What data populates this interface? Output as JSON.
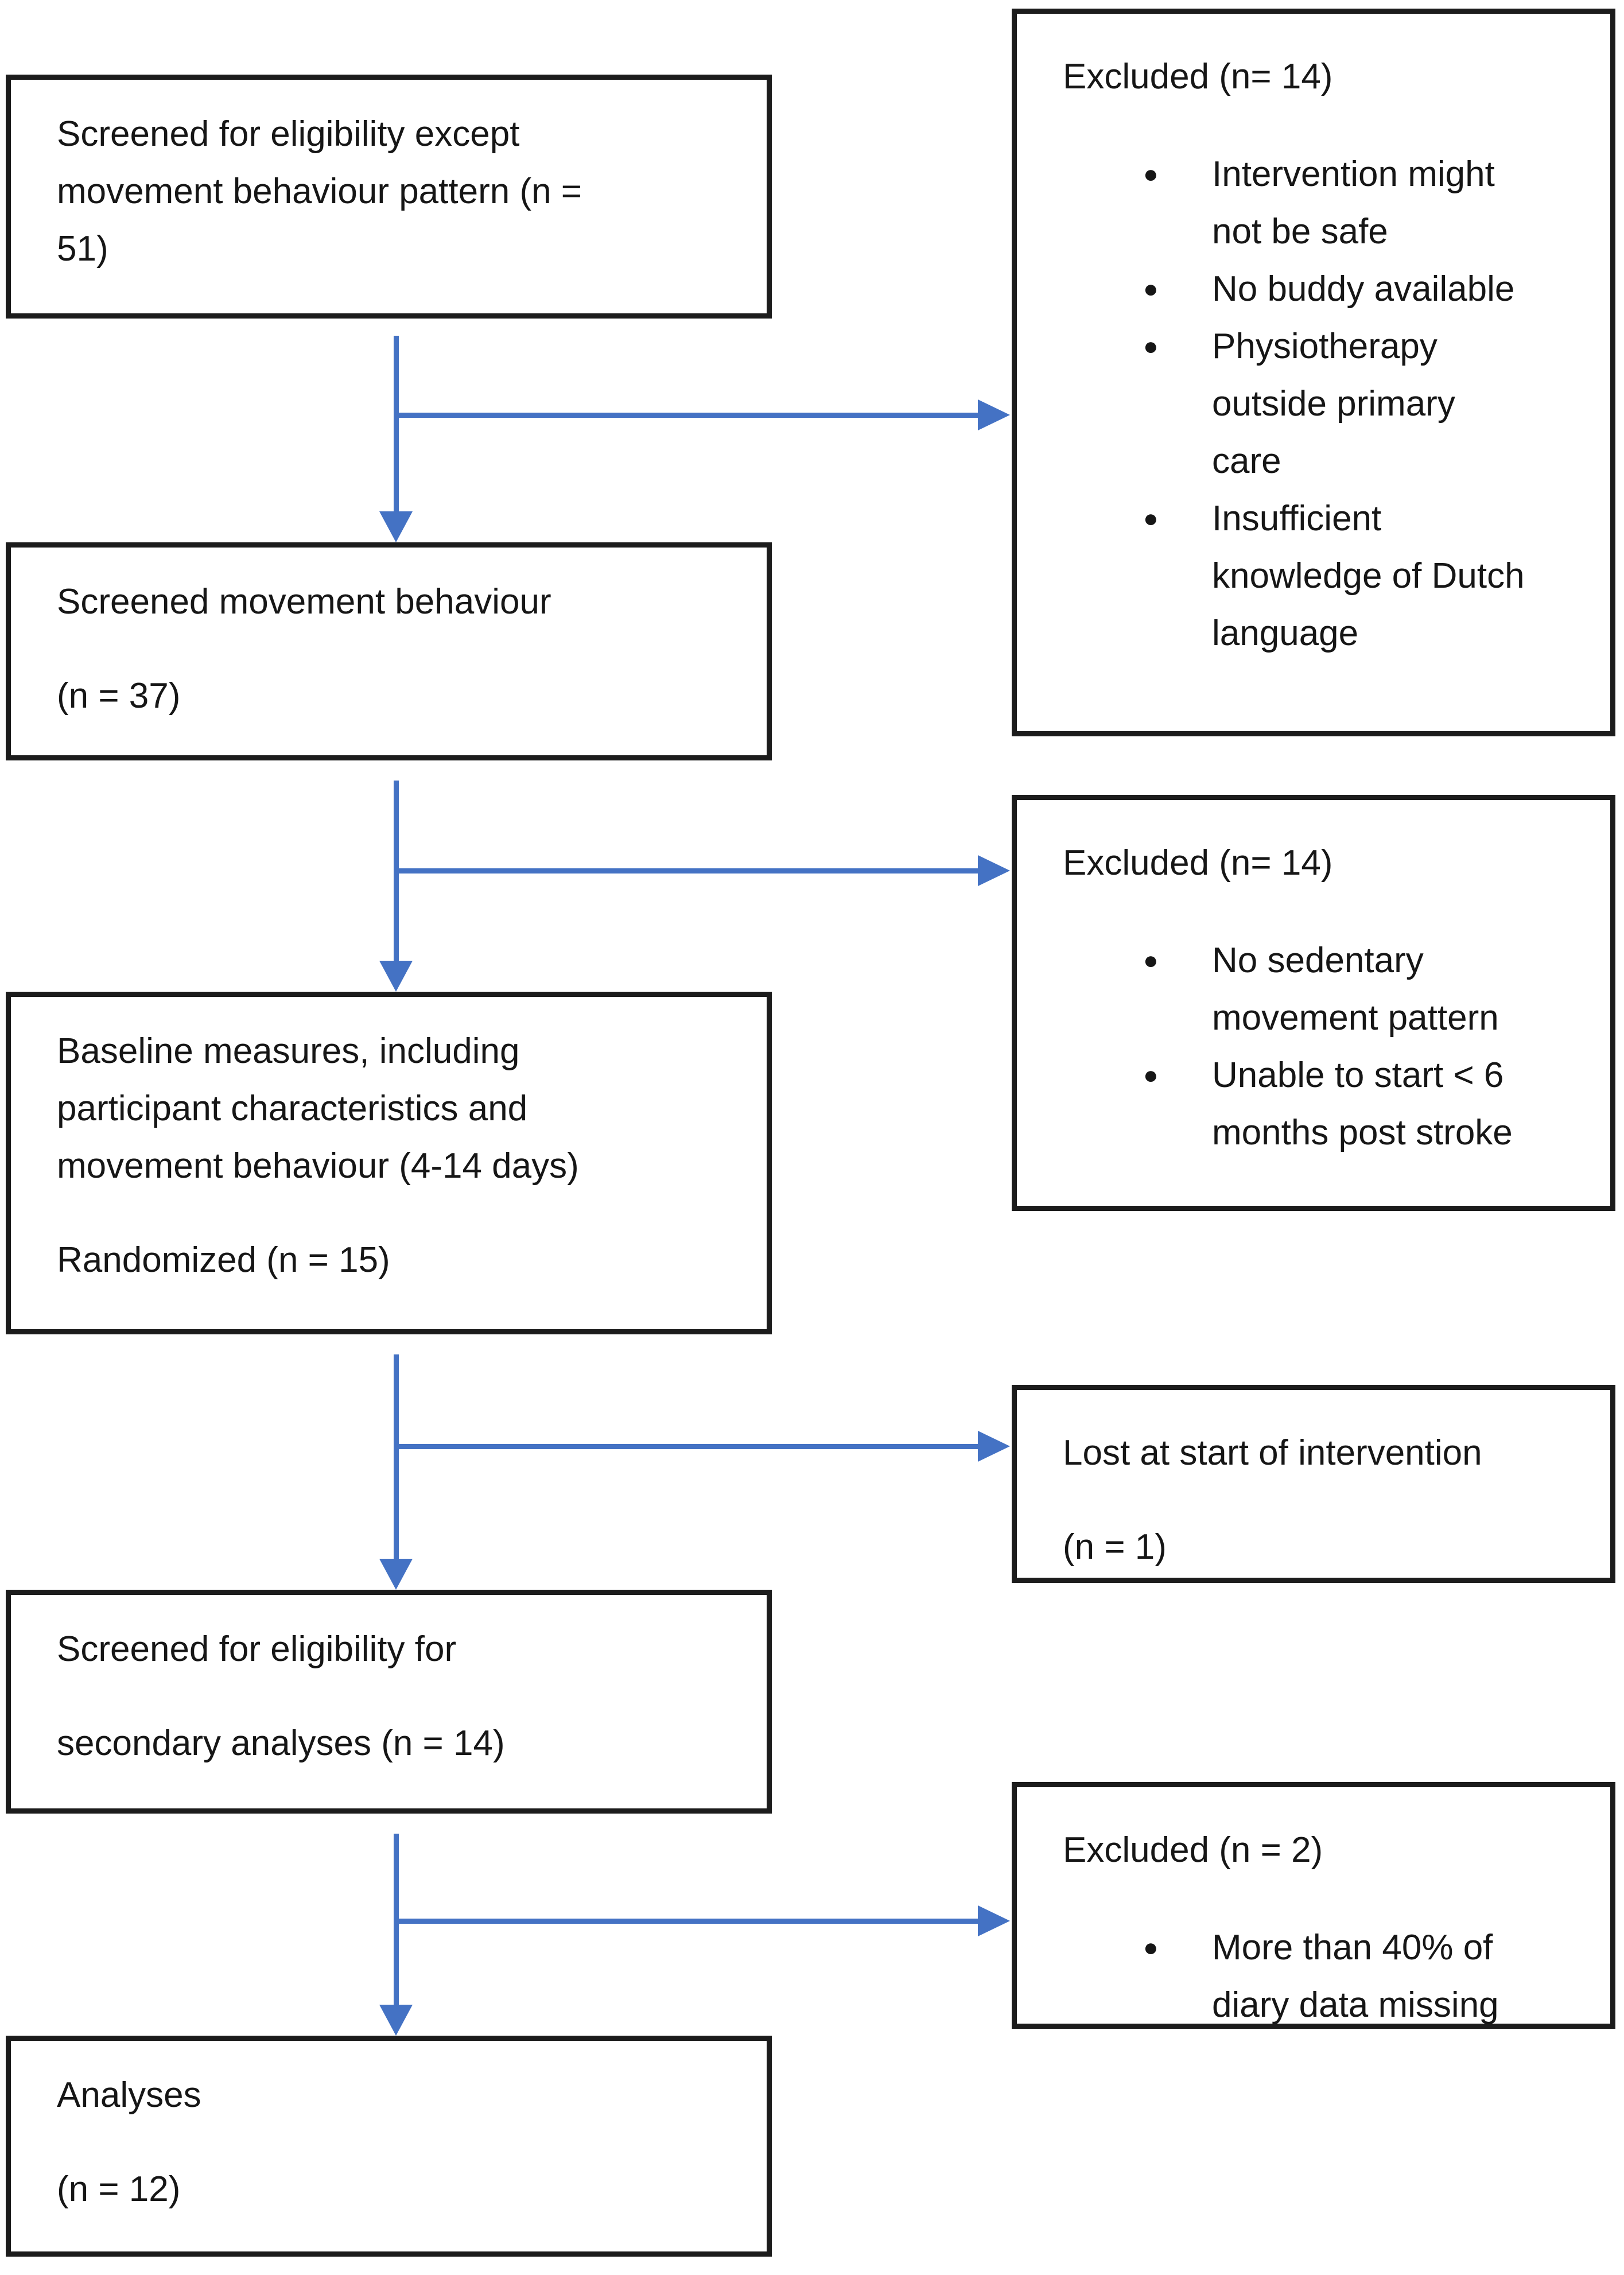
{
  "diagram_title": "Participant flow diagram",
  "colors": {
    "arrow": "#4472C4",
    "box_border": "#1c1c1c",
    "text": "#161616",
    "background": "#ffffff"
  },
  "main_boxes": [
    {
      "name": "screened-eligibility",
      "full_text": "Screened for eligibility except movement behaviour pattern (n = 51)",
      "n": 51,
      "paragraphs": [
        {
          "lines": [
            "Screened for eligibility except",
            "movement behaviour pattern (n =",
            "51)"
          ]
        }
      ]
    },
    {
      "name": "screened-movement-behaviour",
      "full_text": "Screened movement behaviour (n = 37)",
      "n": 37,
      "paragraphs": [
        {
          "lines": [
            "Screened movement behaviour"
          ]
        },
        {
          "lines": [
            "(n = 37)"
          ]
        }
      ]
    },
    {
      "name": "baseline-measures-randomized",
      "full_text": "Baseline measures, including participant characteristics and movement behaviour (4-14 days) Randomized (n = 15)",
      "n": 15,
      "paragraphs": [
        {
          "lines": [
            "Baseline measures, including",
            "participant characteristics and",
            "movement behaviour (4-14 days)"
          ]
        },
        {
          "lines": [
            "Randomized (n = 15)"
          ]
        }
      ]
    },
    {
      "name": "screened-secondary-analyses",
      "full_text": "Screened for eligibility for secondary analyses (n = 14)",
      "n": 14,
      "paragraphs": [
        {
          "lines": [
            "Screened for eligibility for"
          ]
        },
        {
          "lines": [
            "secondary analyses (n = 14)"
          ]
        }
      ]
    },
    {
      "name": "analyses",
      "full_text": "Analyses (n = 12)",
      "n": 12,
      "paragraphs": [
        {
          "lines": [
            "Analyses"
          ]
        },
        {
          "lines": [
            "(n = 12)"
          ]
        }
      ]
    }
  ],
  "side_boxes": [
    {
      "name": "excluded-1",
      "heading": "Excluded (n= 14)",
      "n": 14,
      "bullets": [
        {
          "full_text": "Intervention might not be safe",
          "lines": [
            "Intervention might",
            "not be safe"
          ]
        },
        {
          "full_text": "No buddy available",
          "lines": [
            "No buddy available"
          ]
        },
        {
          "full_text": "Physiotherapy outside primary care",
          "lines": [
            "Physiotherapy",
            "outside primary",
            "care"
          ]
        },
        {
          "full_text": "Insufficient knowledge of Dutch language",
          "lines": [
            "Insufficient",
            "knowledge of Dutch",
            "language"
          ]
        }
      ]
    },
    {
      "name": "excluded-2",
      "heading": "Excluded (n= 14)",
      "n": 14,
      "bullets": [
        {
          "full_text": "No sedentary movement pattern",
          "lines": [
            "No sedentary",
            "movement pattern"
          ]
        },
        {
          "full_text": "Unable to start < 6 months post stroke",
          "lines": [
            "Unable to start < 6",
            "months post stroke"
          ]
        }
      ]
    },
    {
      "name": "lost-at-start",
      "full_text": "Lost at start of intervention (n = 1)",
      "n": 1,
      "paragraphs": [
        {
          "lines": [
            "Lost at start of intervention"
          ]
        },
        {
          "lines": [
            "(n = 1)"
          ]
        }
      ]
    },
    {
      "name": "excluded-3",
      "heading": "Excluded (n = 2)",
      "n": 2,
      "bullets": [
        {
          "full_text": "More than 40% of diary data missing",
          "lines": [
            "More than 40% of",
            "diary data missing"
          ]
        }
      ]
    }
  ]
}
